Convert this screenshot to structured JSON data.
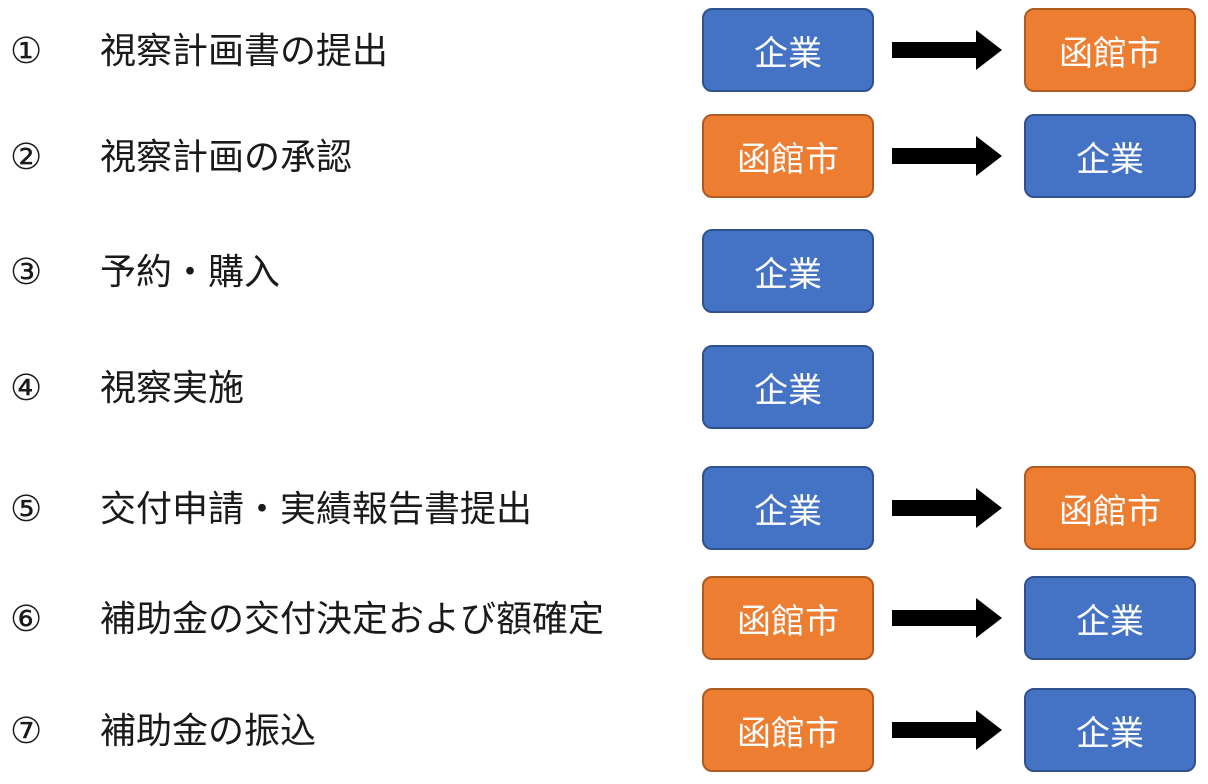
{
  "colors": {
    "company": "#4472c4",
    "city": "#ed7d31",
    "arrow": "#000000"
  },
  "steps": [
    {
      "num": "①",
      "label": "視察計画書の提出",
      "from": "企業",
      "to": "函館市"
    },
    {
      "num": "②",
      "label": "視察計画の承認",
      "from": "函館市",
      "to": "企業"
    },
    {
      "num": "③",
      "label": "予約・購入",
      "from": "企業"
    },
    {
      "num": "④",
      "label": "視察実施",
      "from": "企業"
    },
    {
      "num": "⑤",
      "label": "交付申請・実績報告書提出",
      "from": "企業",
      "to": "函館市"
    },
    {
      "num": "⑥",
      "label": "補助金の交付決定および額確定",
      "from": "函館市",
      "to": "企業"
    },
    {
      "num": "⑦",
      "label": "補助金の振込",
      "from": "函館市",
      "to": "企業"
    }
  ]
}
